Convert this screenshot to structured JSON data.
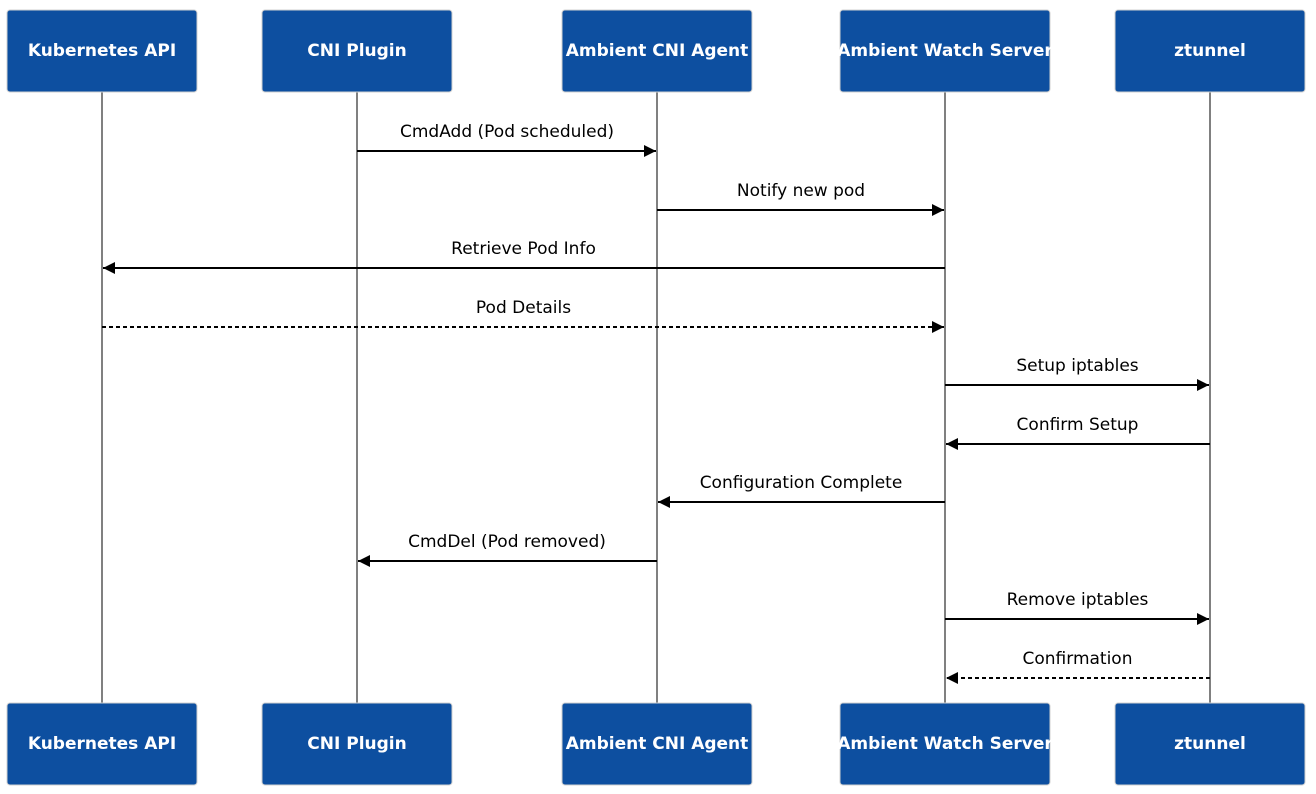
{
  "participants": [
    {
      "id": "k8s",
      "label": "Kubernetes API"
    },
    {
      "id": "cni",
      "label": "CNI Plugin"
    },
    {
      "id": "agent",
      "label": "Ambient CNI Agent"
    },
    {
      "id": "watch",
      "label": "Ambient Watch Server"
    },
    {
      "id": "zt",
      "label": "ztunnel"
    }
  ],
  "messages": [
    {
      "from": "cni",
      "to": "agent",
      "label": "CmdAdd (Pod scheduled)",
      "style": "solid"
    },
    {
      "from": "agent",
      "to": "watch",
      "label": "Notify new pod",
      "style": "solid"
    },
    {
      "from": "watch",
      "to": "k8s",
      "label": "Retrieve Pod Info",
      "style": "solid"
    },
    {
      "from": "k8s",
      "to": "watch",
      "label": "Pod Details",
      "style": "dashed"
    },
    {
      "from": "watch",
      "to": "zt",
      "label": "Setup iptables",
      "style": "solid"
    },
    {
      "from": "zt",
      "to": "watch",
      "label": "Confirm Setup",
      "style": "solid"
    },
    {
      "from": "watch",
      "to": "agent",
      "label": "Configuration Complete",
      "style": "solid"
    },
    {
      "from": "agent",
      "to": "cni",
      "label": "CmdDel (Pod removed)",
      "style": "solid"
    },
    {
      "from": "watch",
      "to": "zt",
      "label": "Remove iptables",
      "style": "solid"
    },
    {
      "from": "zt",
      "to": "watch",
      "label": "Confirmation",
      "style": "dashed"
    }
  ],
  "colors": {
    "actor_fill": "#0d4fa0",
    "actor_text": "#ffffff",
    "lifeline": "#808080",
    "message": "#000000"
  }
}
